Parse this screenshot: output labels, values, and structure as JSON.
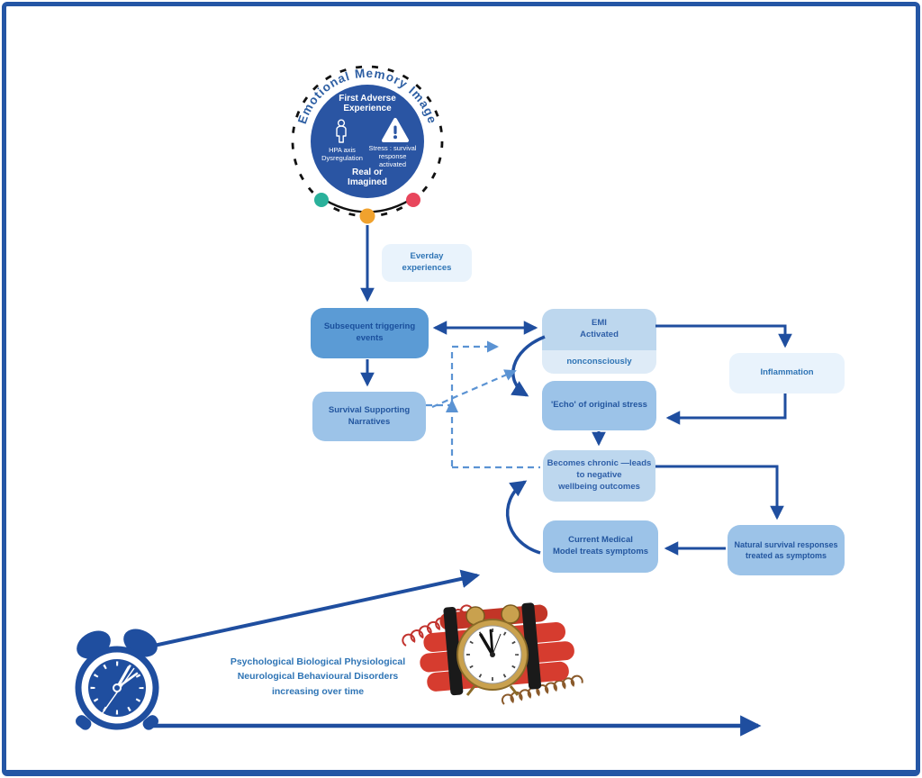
{
  "diagram_title": "Emotional Memory Image",
  "emi": {
    "curved_title": "Emotional Memory Image",
    "heading": "First Adverse\nExperience",
    "hpa_label": "HPA axis\nDysregulation",
    "stress_label": "Stress : survival\nresponse\nactivated",
    "footer": "Real or\nImagined"
  },
  "boxes": {
    "everyday": {
      "label": "Everday\nexperiences"
    },
    "subsequent": {
      "label": "Subsequent triggering\nevents"
    },
    "survival": {
      "label": "Survival Supporting\nNarratives"
    },
    "emi_activated": {
      "label": "EMI\nActivated"
    },
    "nonconsciously": {
      "label": "nonconsciously"
    },
    "inflammation": {
      "label": "Inflammation"
    },
    "echo": {
      "label": "'Echo' of original stress"
    },
    "chronic": {
      "label": "Becomes chronic —leads\nto negative\nwellbeing outcomes"
    },
    "current_medical": {
      "label": "Current Medical\nModel treats symptoms"
    },
    "natural": {
      "label": "Natural survival responses\ntreated as symptoms"
    }
  },
  "timeline": {
    "caption": "Psychological Biological Physiological\nNeurological Behavioural Disorders\nincreasing over time"
  },
  "icons": {
    "person": "person-icon",
    "warning": "warning-triangle-icon",
    "alarm_clock": "alarm-clock-icon",
    "time_bomb": "time-bomb-illustration"
  },
  "colors": {
    "primary_dark_blue": "#1F4E9F",
    "border_blue": "#2456A5",
    "circle_blue": "#2A55A3",
    "box_medium": "#5B9BD5",
    "box_light_medium": "#9CC3E8",
    "box_light": "#BDD7EE",
    "box_lighter": "#DEEBF7",
    "box_lightest": "#E9F3FC",
    "dashed_blue": "#5B93D3",
    "dot_green": "#2AB19B",
    "dot_orange": "#F0A22E",
    "dot_red": "#E8465C",
    "dynamite_red": "#D63C2F"
  }
}
